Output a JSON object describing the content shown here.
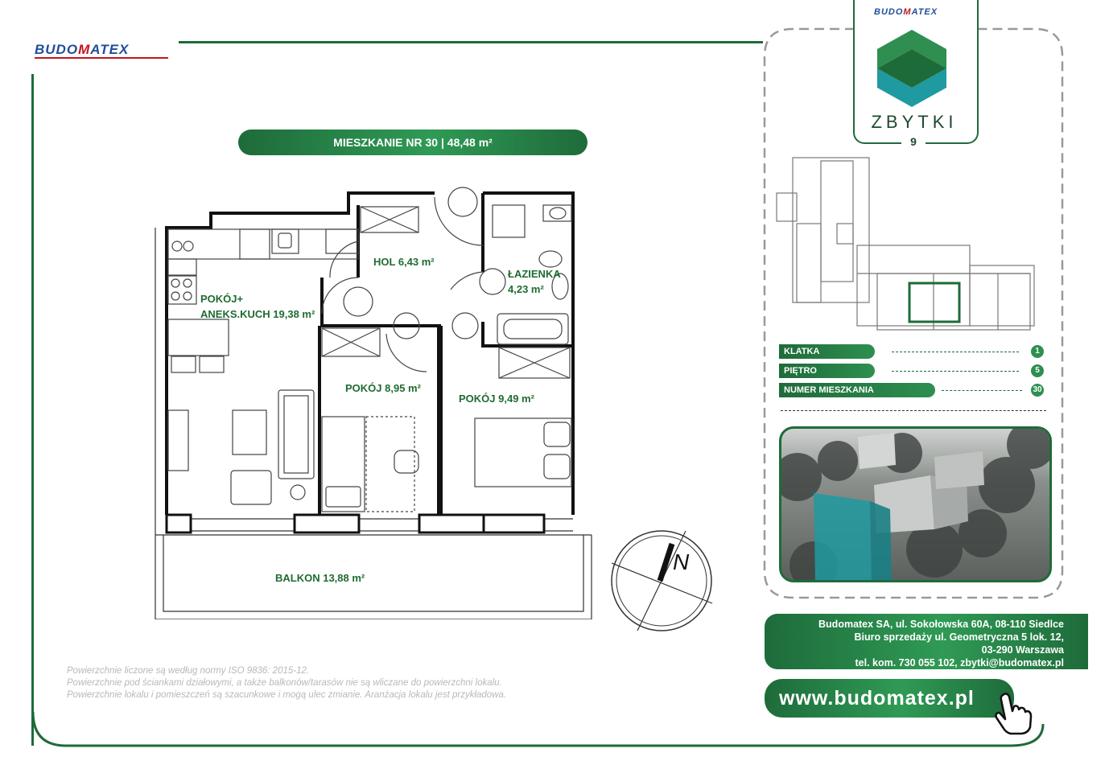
{
  "brand": {
    "logo_left": "BUDO",
    "logo_m": "M",
    "logo_right": "ATEX"
  },
  "project": {
    "name": "ZBYTKI",
    "number": "9"
  },
  "apartment_title": "MIESZKANIE NR 30 | 48,48 m²",
  "rooms": {
    "hol": "HOL 6,43 m²",
    "lazienka_1": "ŁAZIENKA",
    "lazienka_2": "4,23 m²",
    "pokoj_kuch_1": "POKÓJ+",
    "pokoj_kuch_2": "ANEKS.KUCH 19,38 m²",
    "pokoj_a": "POKÓJ 8,95 m²",
    "pokoj_b": "POKÓJ 9,49 m²",
    "balkon": "BALKON 13,88 m²"
  },
  "compass": {
    "label": "N"
  },
  "info": [
    {
      "label": "KLATKA",
      "value": "1"
    },
    {
      "label": "PIĘTRO",
      "value": "5"
    },
    {
      "label": "NUMER MIESZKANIA",
      "value": "30"
    }
  ],
  "contact": {
    "line1": "Budomatex SA, ul. Sokołowska 60A, 08-110 Siedlce",
    "line2": "Biuro sprzedaży ul. Geometryczna 5 lok. 12,",
    "line3": "03-290 Warszawa",
    "line4": "tel. kom. 730 055 102, zbytki@budomatex.pl"
  },
  "website": "www.budomatex.pl",
  "notes": [
    "Powierzchnie liczone są według normy ISO 9836: 2015-12.",
    "Powierzchnie pod ściankami działowymi, a także balkonów/tarasów nie są wliczane do powierzchni lokalu.",
    "Powierzchnie lokalu i pomieszczeń są szacunkowe i mogą ulec zmianie. Aranżacja lokalu jest przykładowa."
  ],
  "colors": {
    "brand_green": "#1e6b3a",
    "logo_blue": "#1f4e9a",
    "logo_red": "#c4161c"
  }
}
